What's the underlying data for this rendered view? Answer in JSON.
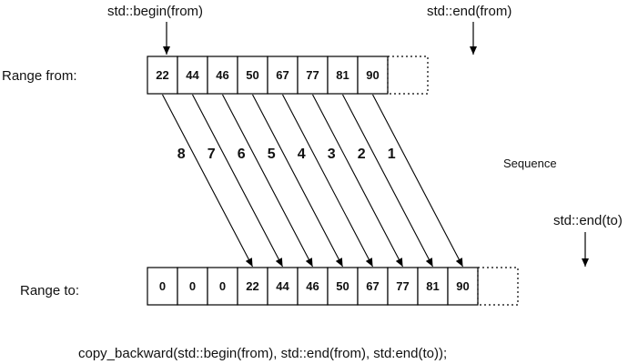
{
  "labels": {
    "begin_from": "std::begin(from)",
    "end_from": "std::end(from)",
    "end_to": "std::end(to)",
    "range_from": "Range from:",
    "range_to": "Range to:",
    "sequence": "Sequence",
    "code": "copy_backward(std::begin(from), std::end(from), std:end(to));"
  },
  "range_from": [
    "22",
    "44",
    "46",
    "50",
    "67",
    "77",
    "81",
    "90"
  ],
  "range_to": [
    "0",
    "0",
    "0",
    "22",
    "44",
    "46",
    "50",
    "67",
    "77",
    "81",
    "90"
  ],
  "sequence_numbers": [
    "8",
    "7",
    "6",
    "5",
    "4",
    "3",
    "2",
    "1"
  ],
  "colors": {
    "stroke": "#000000",
    "text": "#111111"
  }
}
